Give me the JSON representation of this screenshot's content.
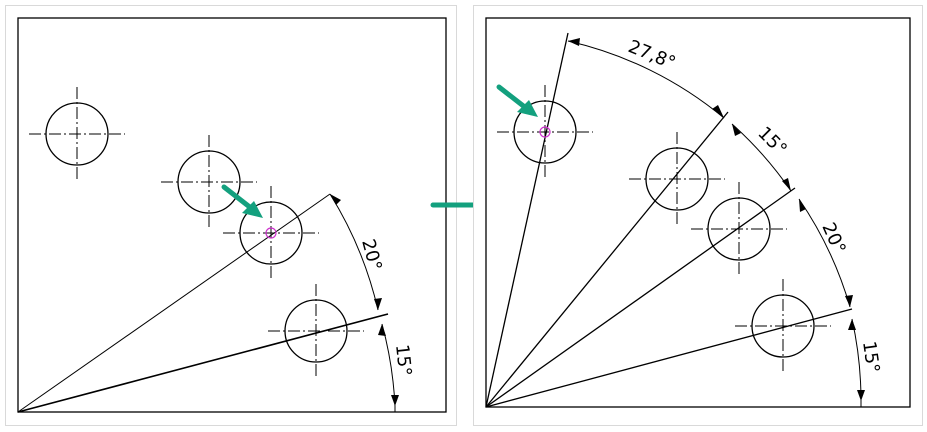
{
  "left_drawing": {
    "angle_labels": [
      "20°",
      "15°"
    ]
  },
  "right_drawing": {
    "angle_labels": [
      "27,8°",
      "15°",
      "20°",
      "15°"
    ]
  },
  "colors": {
    "line": "#000000",
    "arrow": "#13a07e",
    "marker": "#cc33cc",
    "panel_border": "#d9d9d9"
  }
}
